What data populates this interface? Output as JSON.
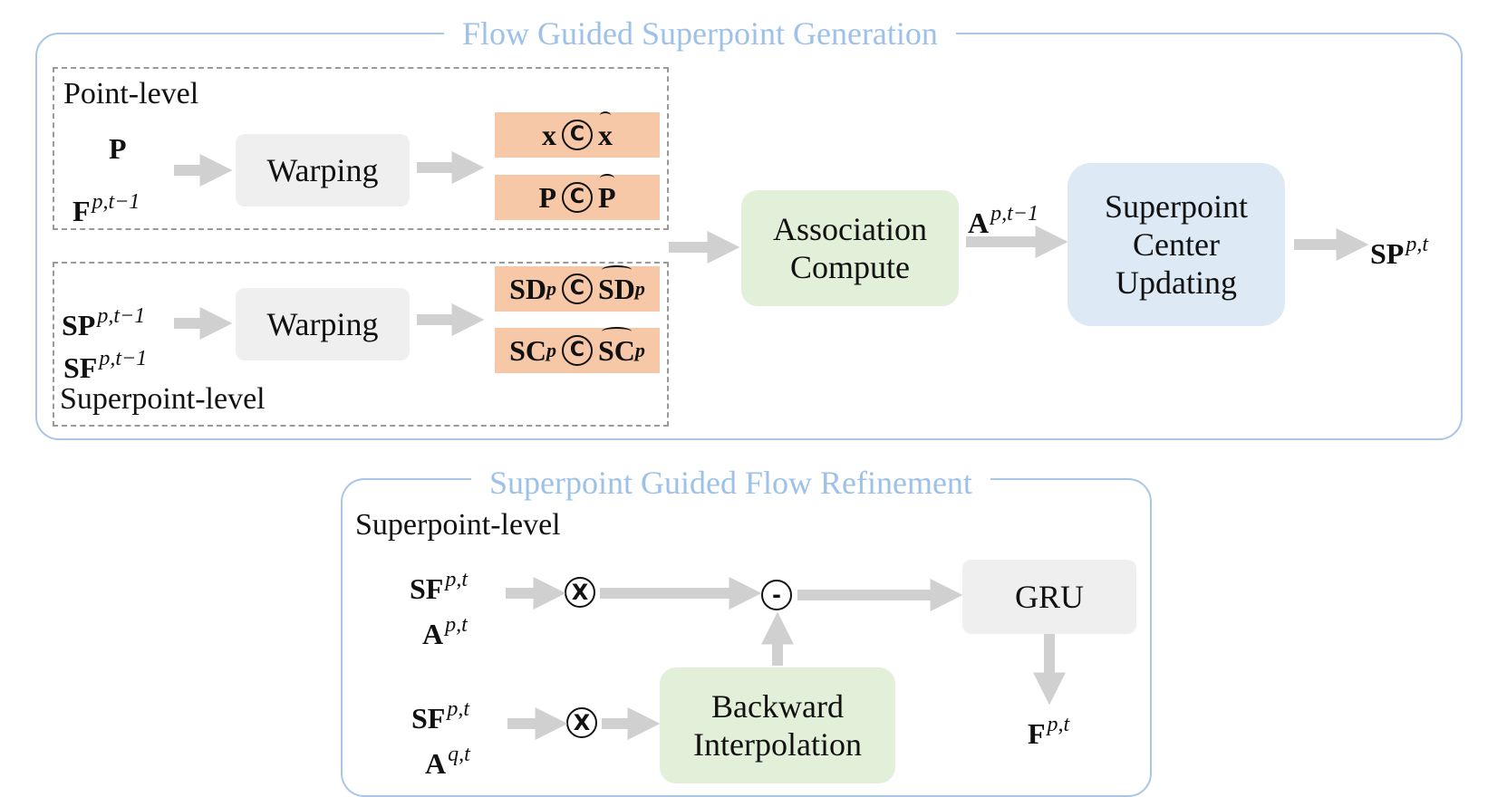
{
  "top_panel": {
    "title": "Flow Guided Superpoint Generation",
    "point_level": {
      "label": "Point-level",
      "inputs": [
        {
          "base": "P",
          "sup": ""
        },
        {
          "base": "F",
          "sup": "p,t−1"
        }
      ],
      "warp_label": "Warping",
      "outputs": [
        {
          "left": "x",
          "op": "C",
          "right": "x"
        },
        {
          "left": "P",
          "op": "C",
          "right": "P"
        }
      ]
    },
    "superpoint_level": {
      "label": "Superpoint-level",
      "inputs": [
        {
          "base": "SP",
          "sup": "p,t−1"
        },
        {
          "base": "SF",
          "sup": "p,t−1"
        }
      ],
      "warp_label": "Warping",
      "outputs": [
        {
          "left": "SD",
          "left_sup": "p",
          "op": "C",
          "right": "SD",
          "right_sup": "p"
        },
        {
          "left": "SC",
          "left_sup": "p",
          "op": "C",
          "right": "SC",
          "right_sup": "p"
        }
      ]
    },
    "association_label": "Association\nCompute",
    "assoc_output": {
      "base": "A",
      "sup": "p,t−1"
    },
    "update_label": "Superpoint\nCenter\nUpdating",
    "final_output": {
      "base": "SP",
      "sup": "p,t"
    }
  },
  "bottom_panel": {
    "title": "Superpoint Guided Flow Refinement",
    "level_label": "Superpoint-level",
    "row1_inputs": [
      {
        "base": "SF",
        "sup": "p,t"
      },
      {
        "base": "A",
        "sup": "p,t"
      }
    ],
    "row2_inputs": [
      {
        "base": "SF",
        "sup": "p,t"
      },
      {
        "base": "A",
        "sup": "q,t"
      }
    ],
    "multiply_op": "X",
    "minus_op": "-",
    "gru_label": "GRU",
    "backward_label": "Backward\nInterpolation",
    "output": {
      "base": "F",
      "sup": "p,t"
    }
  },
  "colors": {
    "panel_border": "#a9c6e6",
    "panel_title": "#9dc1e8",
    "arrow": "#d0d0d0",
    "warp_box": "#efefef",
    "output_box": "#f7c8a8",
    "green_box": "#e2efd9",
    "blue_box": "#dde9f5"
  }
}
